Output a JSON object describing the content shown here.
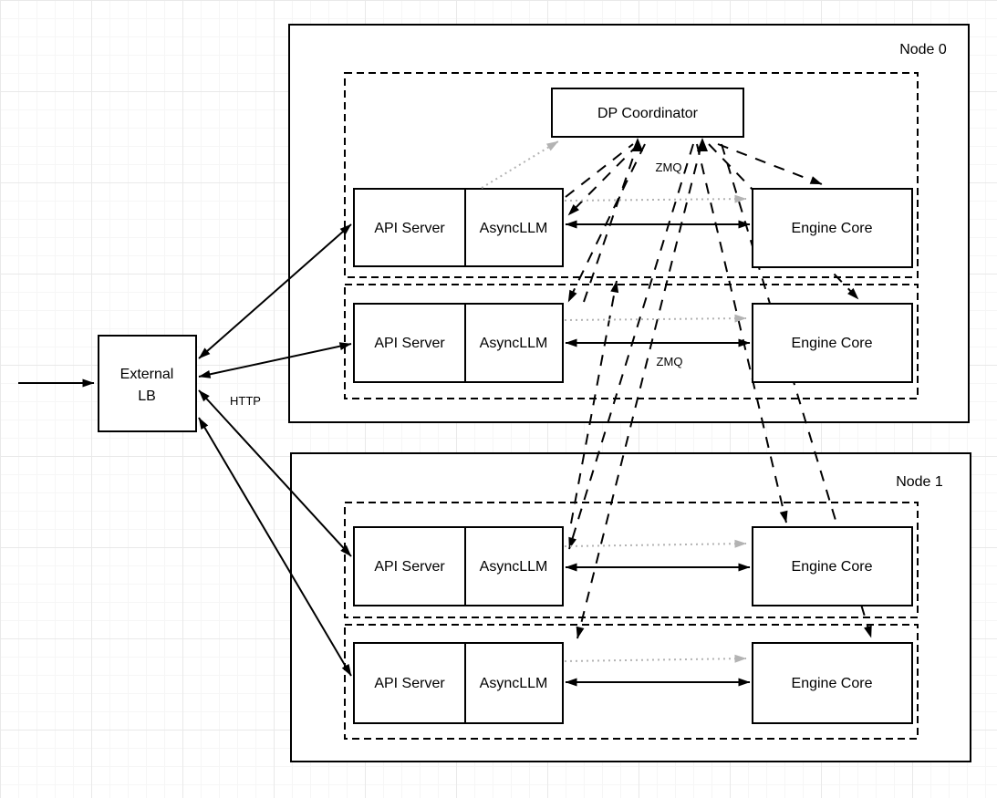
{
  "diagram_type": "architecture-diagram",
  "canvas": {
    "background": "#ffffff",
    "grid_minor": "#f6f6f6",
    "grid_major": "#e9e9e9"
  },
  "colors": {
    "primary_line": "#000000",
    "secondary_link": "#b3b3b3",
    "box_fill": "#ffffff",
    "box_border": "#000000"
  },
  "external_lb": {
    "label_line1": "External",
    "label_line2": "LB"
  },
  "coordinator": {
    "label": "DP Coordinator"
  },
  "labels": {
    "http": "HTTP",
    "zmq_coordinator": "ZMQ",
    "zmq_row": "ZMQ"
  },
  "nodes": [
    {
      "label": "Node 0",
      "rows": [
        {
          "api_server": "API Server",
          "async_llm": "AsyncLLM",
          "engine_core": "Engine Core"
        },
        {
          "api_server": "API Server",
          "async_llm": "AsyncLLM",
          "engine_core": "Engine Core"
        }
      ]
    },
    {
      "label": "Node 1",
      "rows": [
        {
          "api_server": "API Server",
          "async_llm": "AsyncLLM",
          "engine_core": "Engine Core"
        },
        {
          "api_server": "API Server",
          "async_llm": "AsyncLLM",
          "engine_core": "Engine Core"
        }
      ]
    }
  ],
  "edges": [
    {
      "from": "client",
      "to": "External LB",
      "style": "solid",
      "arrows": "one-way"
    },
    {
      "from": "External LB",
      "to": "API Server (4x, both nodes)",
      "style": "solid",
      "arrows": "two-way",
      "label": "HTTP"
    },
    {
      "from": "AsyncLLM",
      "to": "Engine Core (same row)",
      "style": "solid",
      "arrows": "two-way",
      "label": "ZMQ"
    },
    {
      "from": "AsyncLLM",
      "to": "Engine Core (same row)",
      "style": "dotted-gray",
      "arrows": "one-way"
    },
    {
      "from": "AsyncLLM (4x)",
      "to": "DP Coordinator",
      "style": "dashed",
      "arrows": "two-way",
      "label": "ZMQ"
    },
    {
      "from": "DP Coordinator",
      "to": "Engine Core (4x)",
      "style": "dashed",
      "arrows": "one-way"
    }
  ]
}
